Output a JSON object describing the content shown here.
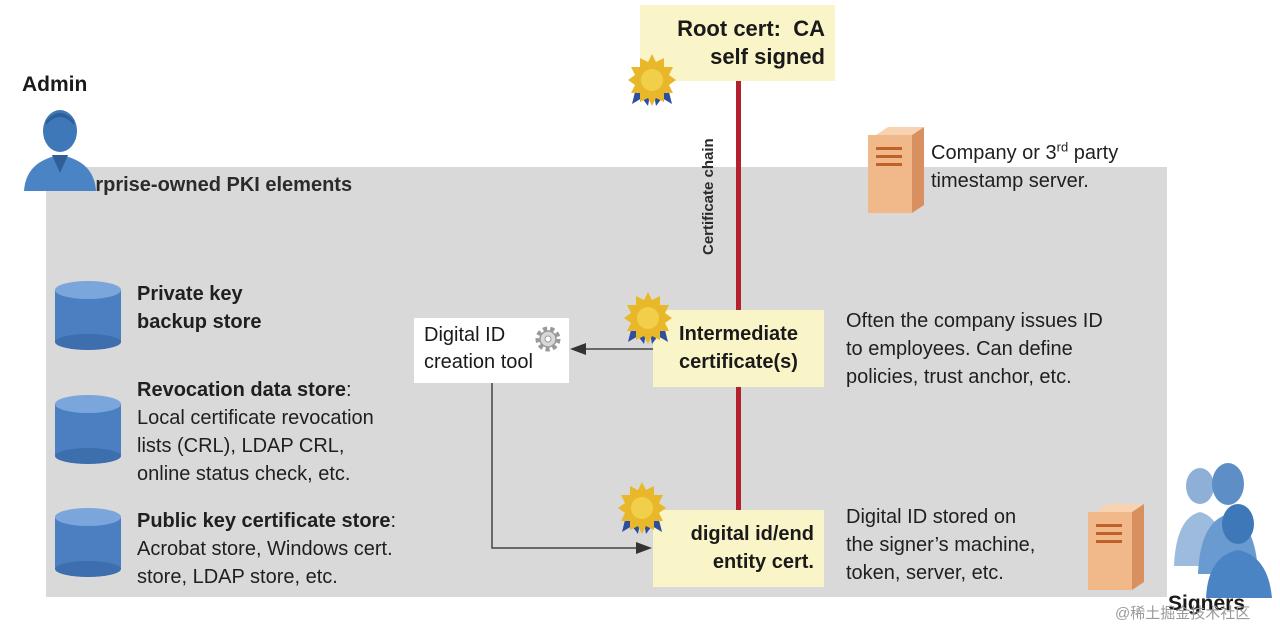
{
  "labels": {
    "admin": "Admin",
    "signers": "Signers",
    "panel_title": "Enterprise-owned PKI elements",
    "certificate_chain": "Certificate chain",
    "watermark": "@稀土掘金技术社区"
  },
  "root_cert": {
    "line1": "Root cert:  CA",
    "line2": "self signed"
  },
  "timestamp_server": {
    "line1_pre": "Company or 3",
    "line1_sup": "rd",
    "line1_post": " party",
    "line2": "timestamp server."
  },
  "stores": [
    {
      "title": "Private key",
      "title2": "backup store",
      "suffix": "",
      "lines": []
    },
    {
      "title": "Revocation data store",
      "title2": "",
      "suffix": ":",
      "lines": [
        "Local certificate revocation",
        "lists (CRL), LDAP CRL,",
        "online status check, etc."
      ]
    },
    {
      "title": "Public key certificate store",
      "title2": "",
      "suffix": ":",
      "lines": [
        "Acrobat store, Windows cert.",
        "store, LDAP store, etc."
      ]
    }
  ],
  "tool": {
    "line1": "Digital ID",
    "line2": "creation tool"
  },
  "intermediate": {
    "line1": "Intermediate",
    "line2": "certificate(s)"
  },
  "intermediate_desc": [
    "Often the company issues ID",
    "to employees. Can define",
    "policies, trust anchor, etc."
  ],
  "end_entity": {
    "line1": "digital id/end",
    "line2": "entity cert."
  },
  "end_entity_desc": [
    "Digital ID stored on",
    "the signer’s machine,",
    "token, server, etc."
  ],
  "colors": {
    "panel": "#d9d9da",
    "box_yellow": "#faf5c8",
    "chain_line": "#b5202e",
    "cylinder": "#4a7fc1",
    "server": "#f1b98a",
    "seal_gold": "#e9b82a",
    "ribbon_blue": "#2e4fa0"
  }
}
